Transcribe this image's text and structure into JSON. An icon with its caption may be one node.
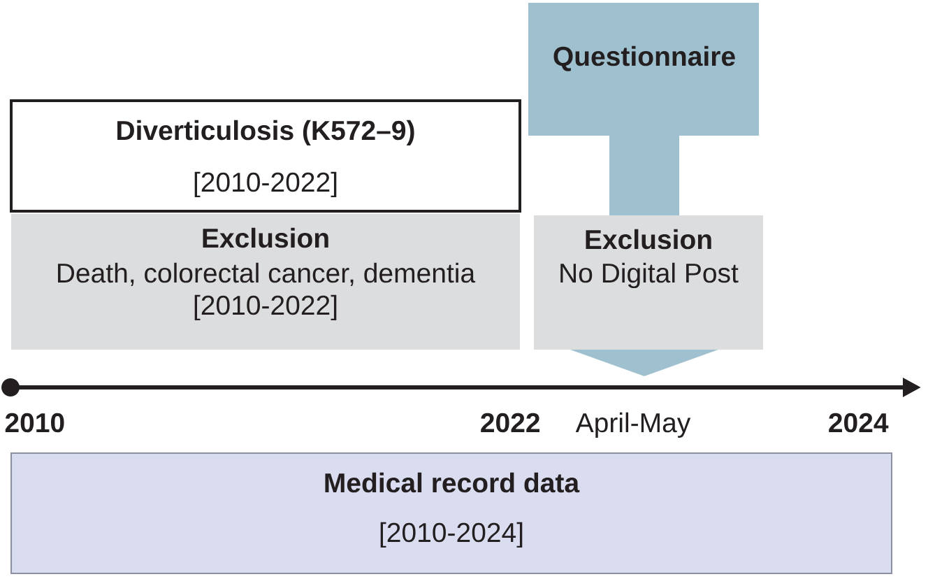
{
  "diagram": {
    "nodes": [
      {
        "text": [
          "Questionnaire"
        ]
      },
      {
        "text": [
          "Diverticulosis (K572–9)",
          "[2010-2022]"
        ]
      },
      {
        "text": [
          "Exclusion",
          "Death, colorectal cancer, dementia",
          "[2010-2022]"
        ]
      },
      {
        "text": [
          "Exclusion",
          "No Digital Post"
        ]
      },
      {
        "text": [
          "Medical record data",
          "[2010-2024]"
        ]
      }
    ],
    "edges": [
      {
        "from": 0,
        "to": 3,
        "arrow": "none"
      },
      {
        "from": 3,
        "to": null,
        "arrow": "to"
      }
    ],
    "labels": [
      "2010",
      "2022",
      "April-May",
      "2024"
    ]
  }
}
